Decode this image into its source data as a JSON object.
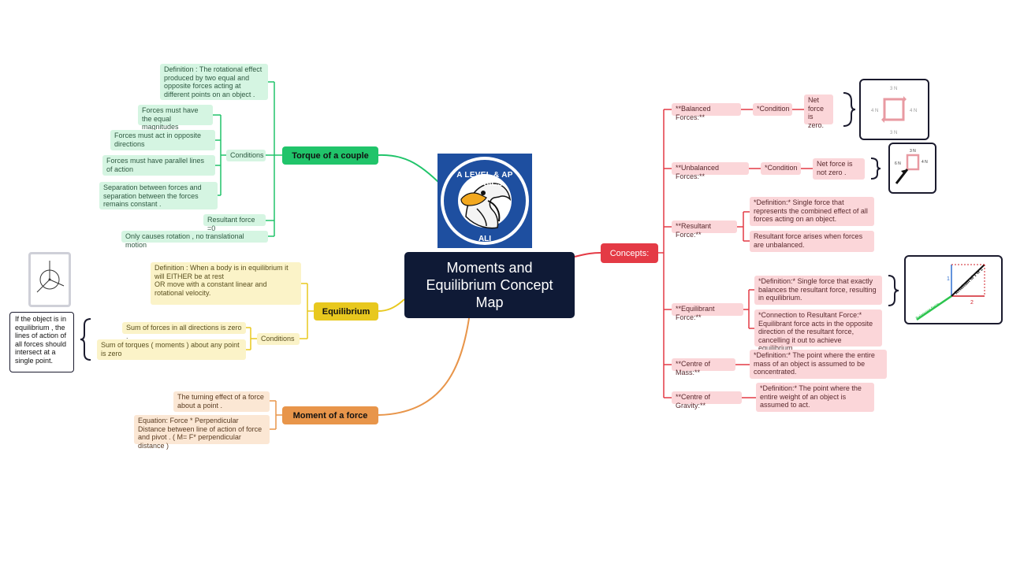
{
  "center_title": "Moments and Equilibrium Concept Map",
  "logo": {
    "top_text": "A LEVEL & AP PHYSICS",
    "bottom_text": "ALI",
    "icon": "eagle-head-icon"
  },
  "torque": {
    "label": "Torque of a couple",
    "definition": "Definition  : The rotational effect produced by two equal and opposite forces acting at different points on an object .",
    "conditions_label": "Conditions",
    "conditions": [
      "Forces must have the equal magnitudes",
      "Forces must act in opposite directions",
      "Forces must have parallel lines of action",
      "Separation between forces and separation between the forces remains constant ."
    ],
    "resultant": "Resultant force =0",
    "rotation_only": "Only causes rotation , no translational motion"
  },
  "equilibrium": {
    "label": "Equilibrium",
    "definition": "Definition : When a body is in equilibrium it will EITHER be at rest\nOR move with a constant linear and rotational velocity.",
    "conditions_label": "Conditions",
    "conditions": [
      "Sum of forces in all directions is zero .",
      "Sum of torques ( moments ) about any point is zero"
    ],
    "side_note": "If the object is in equilibrium , the lines of action of all forces  should intersect at a single point."
  },
  "moment": {
    "label": "Moment of a force",
    "definition": "The turning effect of a force about a point .",
    "equation": "Equation: Force * Perpendicular Distance between line of action of force and pivot . ( M= F* perpendicular distance  )"
  },
  "concepts": {
    "label": "Concepts:",
    "balanced": {
      "label": "**Balanced Forces:**",
      "condition_label": "*Condition",
      "condition": "Net force is zero.",
      "figure_labels": [
        "3 N",
        "4 N",
        "4 N",
        "3 N"
      ]
    },
    "unbalanced": {
      "label": "**Unbalanced Forces:**",
      "condition_label": "*Condition",
      "condition": "Net force is not zero .",
      "figure_labels": [
        "3 N",
        "4 N",
        "6 N"
      ]
    },
    "resultant": {
      "label": "**Resultant Force:**",
      "definition": "*Definition:* Single force that represents the combined effect of all forces acting on an object.",
      "note": "Resultant force arises when forces are unbalanced."
    },
    "equilibrant": {
      "label": "**Equilibrant Force:**",
      "definition": "*Definition:* Single force that exactly balances the resultant force, resulting in equilibrium.",
      "connection": "*Connection to Resultant Force:* Equilibrant force acts in the opposite direction of the resultant force, cancelling it out to achieve equilibrium.",
      "figure_labels": [
        "Balancing force",
        "Resultant of 1 & 2",
        "1",
        "2"
      ]
    },
    "centre_mass": {
      "label": "**Centre of Mass:**",
      "definition": "*Definition:* The point where the entire mass of an object is assumed to be concentrated."
    },
    "centre_gravity": {
      "label": "**Centre of Gravity:**",
      "definition": "*Definition:* The point where the entire weight of an object is assumed to act."
    }
  },
  "colors": {
    "green": "#20c46a",
    "yellow": "#e8c81e",
    "orange": "#e8954a",
    "red": "#e43a45",
    "navy": "#0f1a36"
  }
}
